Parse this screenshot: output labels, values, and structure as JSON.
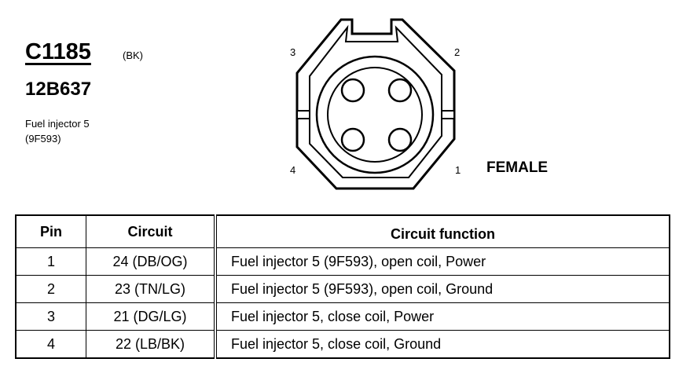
{
  "connector": {
    "id": "C1185",
    "color": "(BK)",
    "part_number": "12B637",
    "description_line1": "Fuel injector 5",
    "description_line2": "(9F593)",
    "gender": "FEMALE",
    "pin_labels": [
      "1",
      "2",
      "3",
      "4"
    ]
  },
  "table": {
    "headers": {
      "pin": "Pin",
      "circuit": "Circuit",
      "function": "Circuit function"
    },
    "rows": [
      {
        "pin": "1",
        "circuit": "24 (DB/OG)",
        "function": "Fuel injector 5 (9F593), open coil, Power"
      },
      {
        "pin": "2",
        "circuit": "23 (TN/LG)",
        "function": "Fuel injector 5 (9F593), open coil, Ground"
      },
      {
        "pin": "3",
        "circuit": "21 (DG/LG)",
        "function": "Fuel injector 5, close coil, Power"
      },
      {
        "pin": "4",
        "circuit": "22 (LB/BK)",
        "function": "Fuel injector 5, close coil, Ground"
      }
    ]
  }
}
